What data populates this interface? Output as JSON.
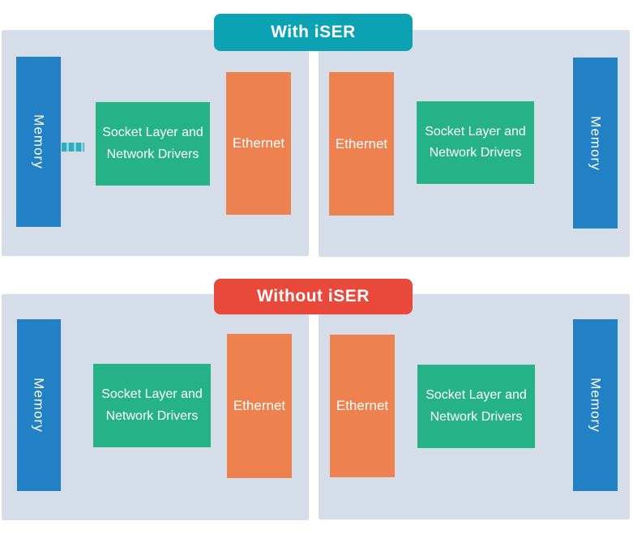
{
  "palette": {
    "background": "#ffffff",
    "panel": "#d5dee8",
    "memory": "#2181c4",
    "socket": "#25b287",
    "ethernet": "#ee8150",
    "with_banner": "#0ba3b4",
    "without_banner": "#e8493a",
    "connector_dark": "#2fadc0",
    "connector_light": "#8ed3dc",
    "label_text": "#ffffff"
  },
  "sections": [
    {
      "banner_label": "With iSER",
      "panels": [
        {
          "memory_label": "Memory",
          "socket_label": "Socket Layer and Network Drivers",
          "ethernet_label": "Ethernet"
        },
        {
          "memory_label": "Memory",
          "socket_label": "Socket Layer and Network Drivers",
          "ethernet_label": "Ethernet"
        }
      ]
    },
    {
      "banner_label": "Without iSER",
      "panels": [
        {
          "memory_label": "Memory",
          "socket_label": "Socket Layer and Network Drivers",
          "ethernet_label": "Ethernet"
        },
        {
          "memory_label": "Memory",
          "socket_label": "Socket Layer and Network Drivers",
          "ethernet_label": "Ethernet"
        }
      ]
    }
  ]
}
